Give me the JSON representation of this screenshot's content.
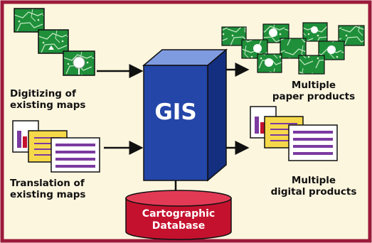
{
  "colors": {
    "frame": "#9b1a3a",
    "background": "#fdf6de",
    "map_green": "#1f8f3a",
    "gis_blue": "#2446a8",
    "db_red": "#c4122e",
    "doc_yellow": "#f6d94a",
    "doc_purple": "#7b3aa0"
  },
  "inputs": {
    "digitizing": {
      "line1": "Digitizing of",
      "line2": "existing maps",
      "icon": "stacked-map-tiles-icon"
    },
    "translation": {
      "line1": "Translation of",
      "line2": "existing maps",
      "icon": "stacked-document-pages-icon"
    }
  },
  "center": {
    "gis": {
      "label": "GIS",
      "icon": "blue-cube-icon"
    },
    "database": {
      "line1": "Cartographic",
      "line2": "Database",
      "icon": "database-cylinder-icon"
    }
  },
  "outputs": {
    "paper": {
      "line1": "Multiple",
      "line2": "paper products",
      "icon": "scattered-map-tiles-icon"
    },
    "digital": {
      "line1": "Multiple",
      "line2": "digital products",
      "icon": "stacked-document-pages-icon"
    }
  }
}
